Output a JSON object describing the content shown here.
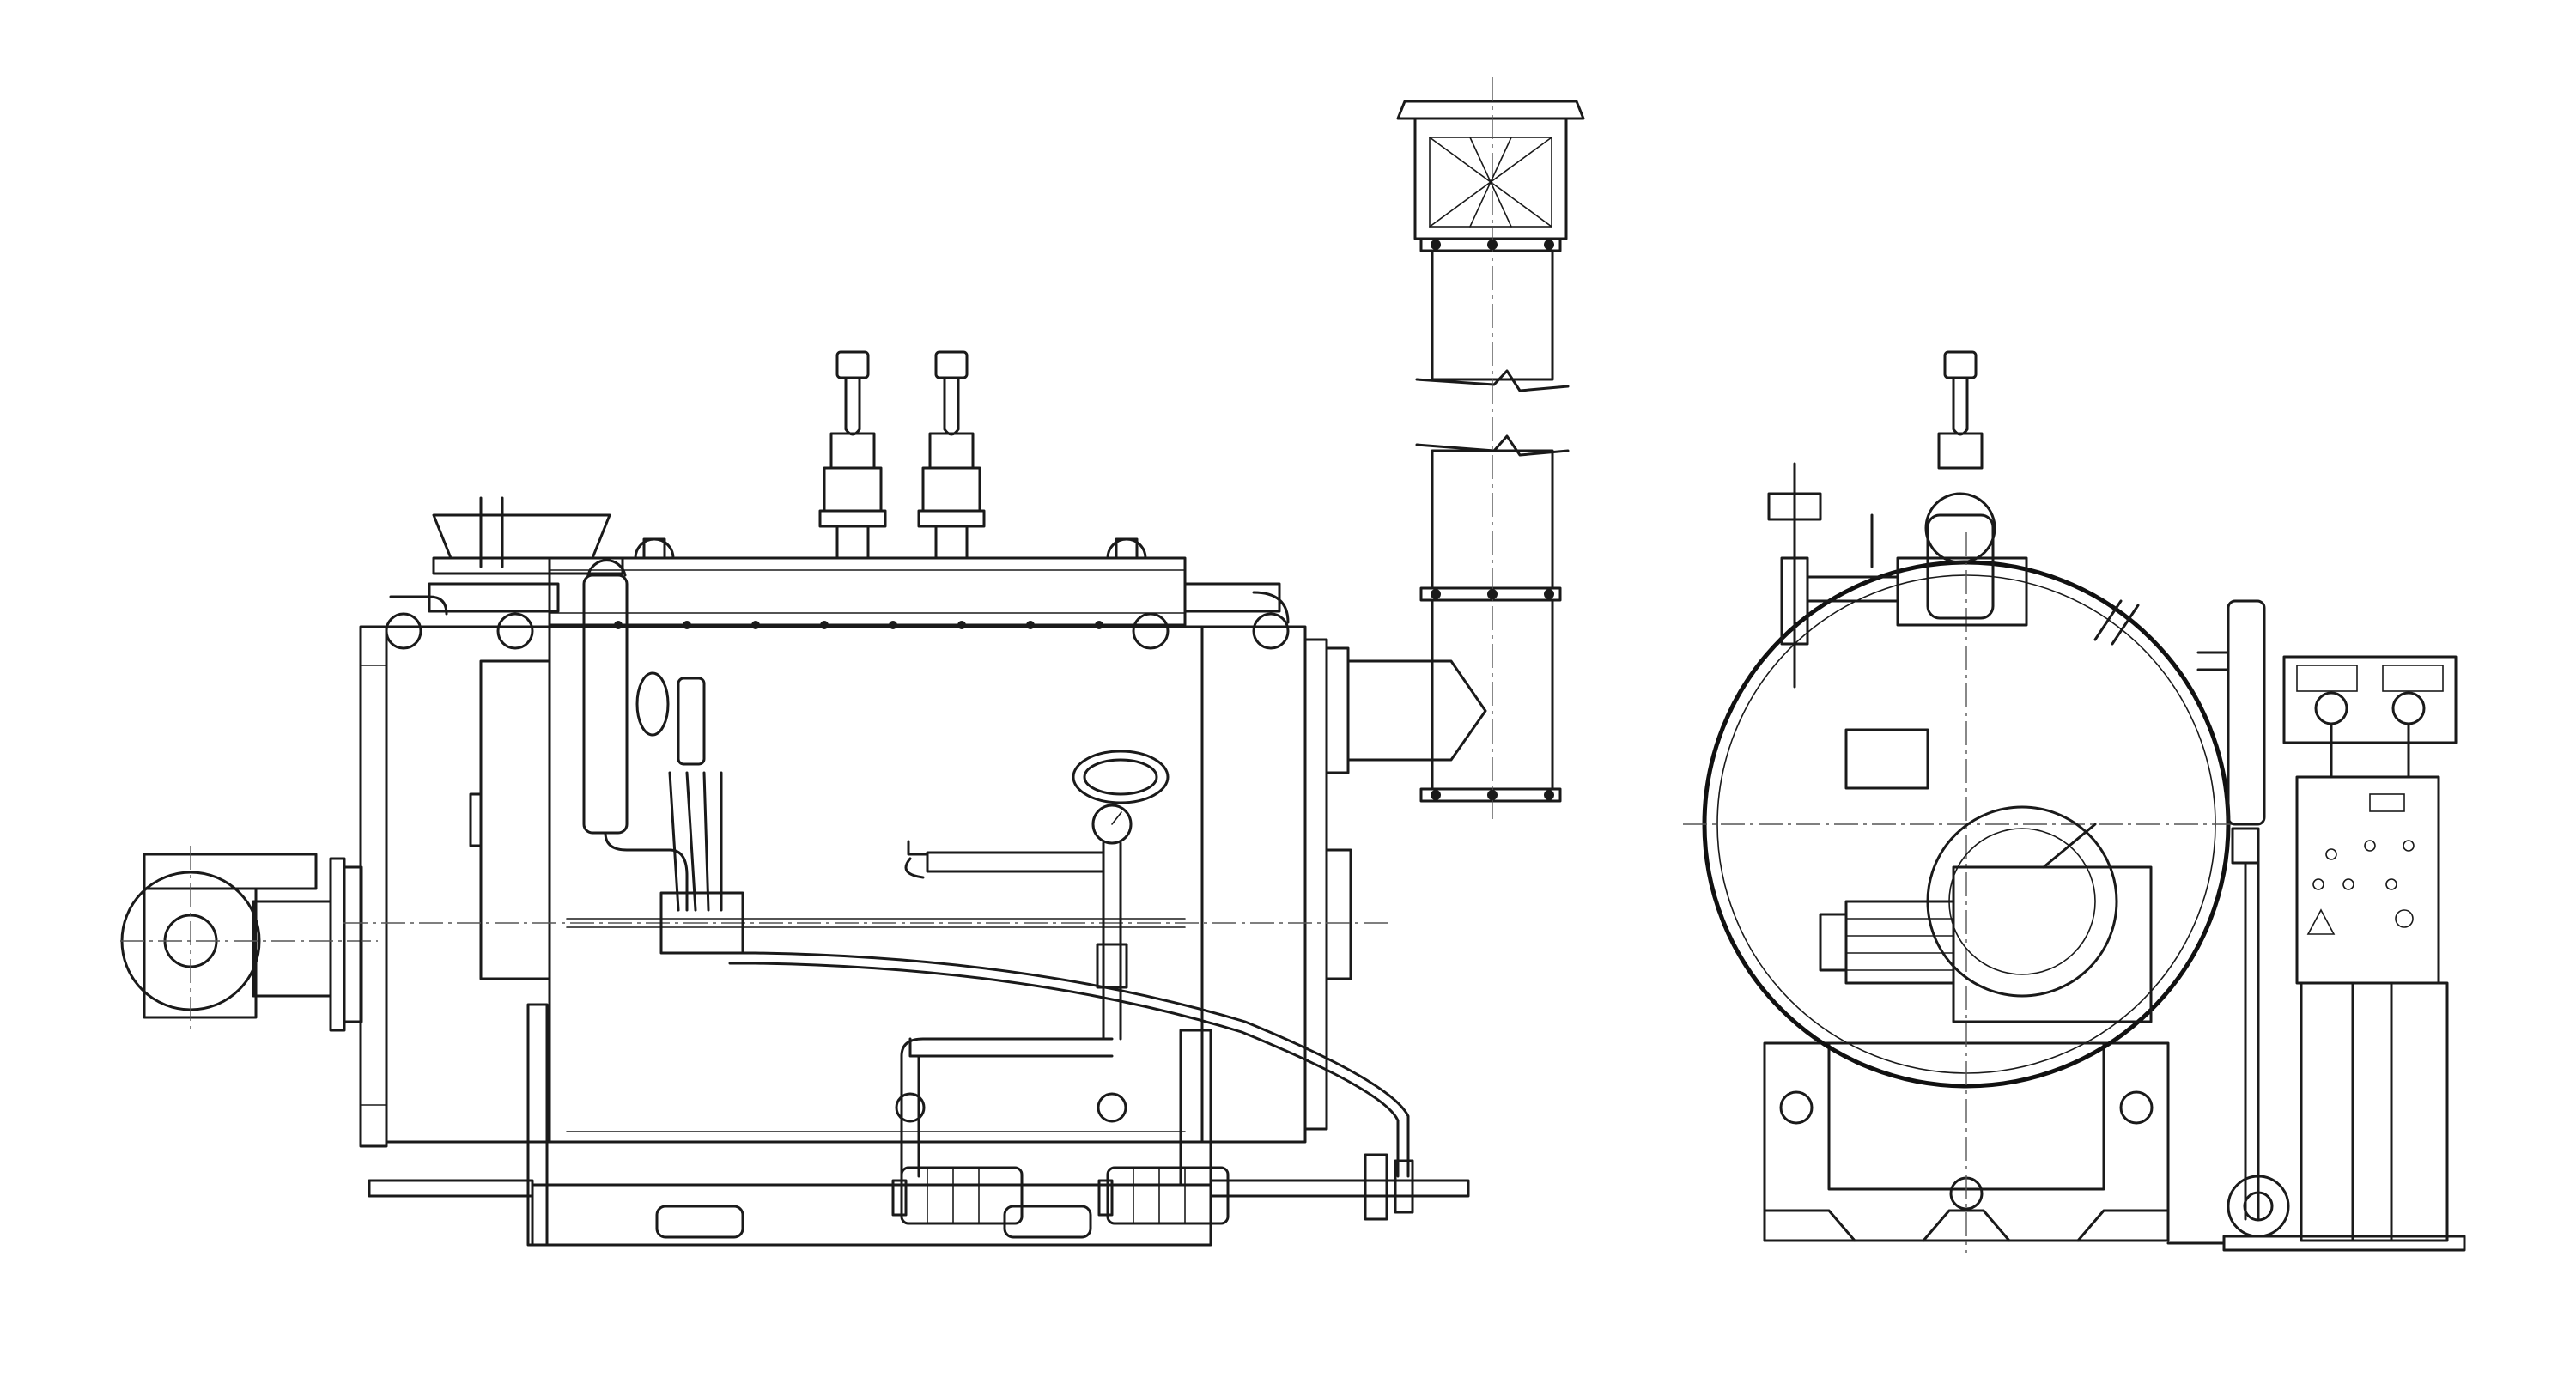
{
  "drawing": {
    "views": [
      {
        "id": "front",
        "name": "side-elevation-view"
      },
      {
        "id": "end",
        "name": "end-elevation-view"
      }
    ],
    "colors": {
      "line": "#1a1a1a",
      "background": "#ffffff",
      "centerline": "#555555"
    },
    "annotations": []
  }
}
